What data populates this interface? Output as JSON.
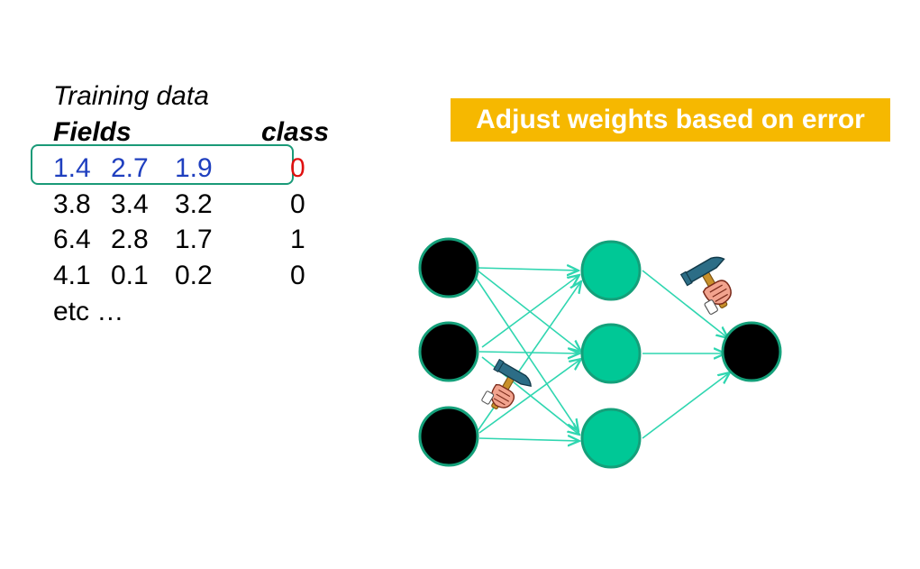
{
  "training": {
    "title": "Training data",
    "fields_header": "Fields",
    "class_header": "class",
    "rows": [
      {
        "f1": "1.4",
        "f2": "2.7",
        "f3": "1.9",
        "cls": "0"
      },
      {
        "f1": "3.8",
        "f2": "3.4",
        "f3": "3.2",
        "cls": "0"
      },
      {
        "f1": "6.4",
        "f2": "2.8",
        "f3": "1.7",
        "cls": "1"
      },
      {
        "f1": "4.1",
        "f2": "0.1",
        "f3": "0.2",
        "cls": "0"
      }
    ],
    "etc": "etc …"
  },
  "banner": {
    "text": "Adjust weights based on error"
  },
  "colors": {
    "highlight_row_text": "#1f3fbf",
    "highlight_class_text": "#e01010",
    "banner_bg": "#f6b800",
    "hidden_node": "#00c896",
    "node_border": "#14a07a",
    "edge": "#2fd6b0",
    "input_output_node": "#000000"
  },
  "icons": [
    "hammer-icon"
  ]
}
